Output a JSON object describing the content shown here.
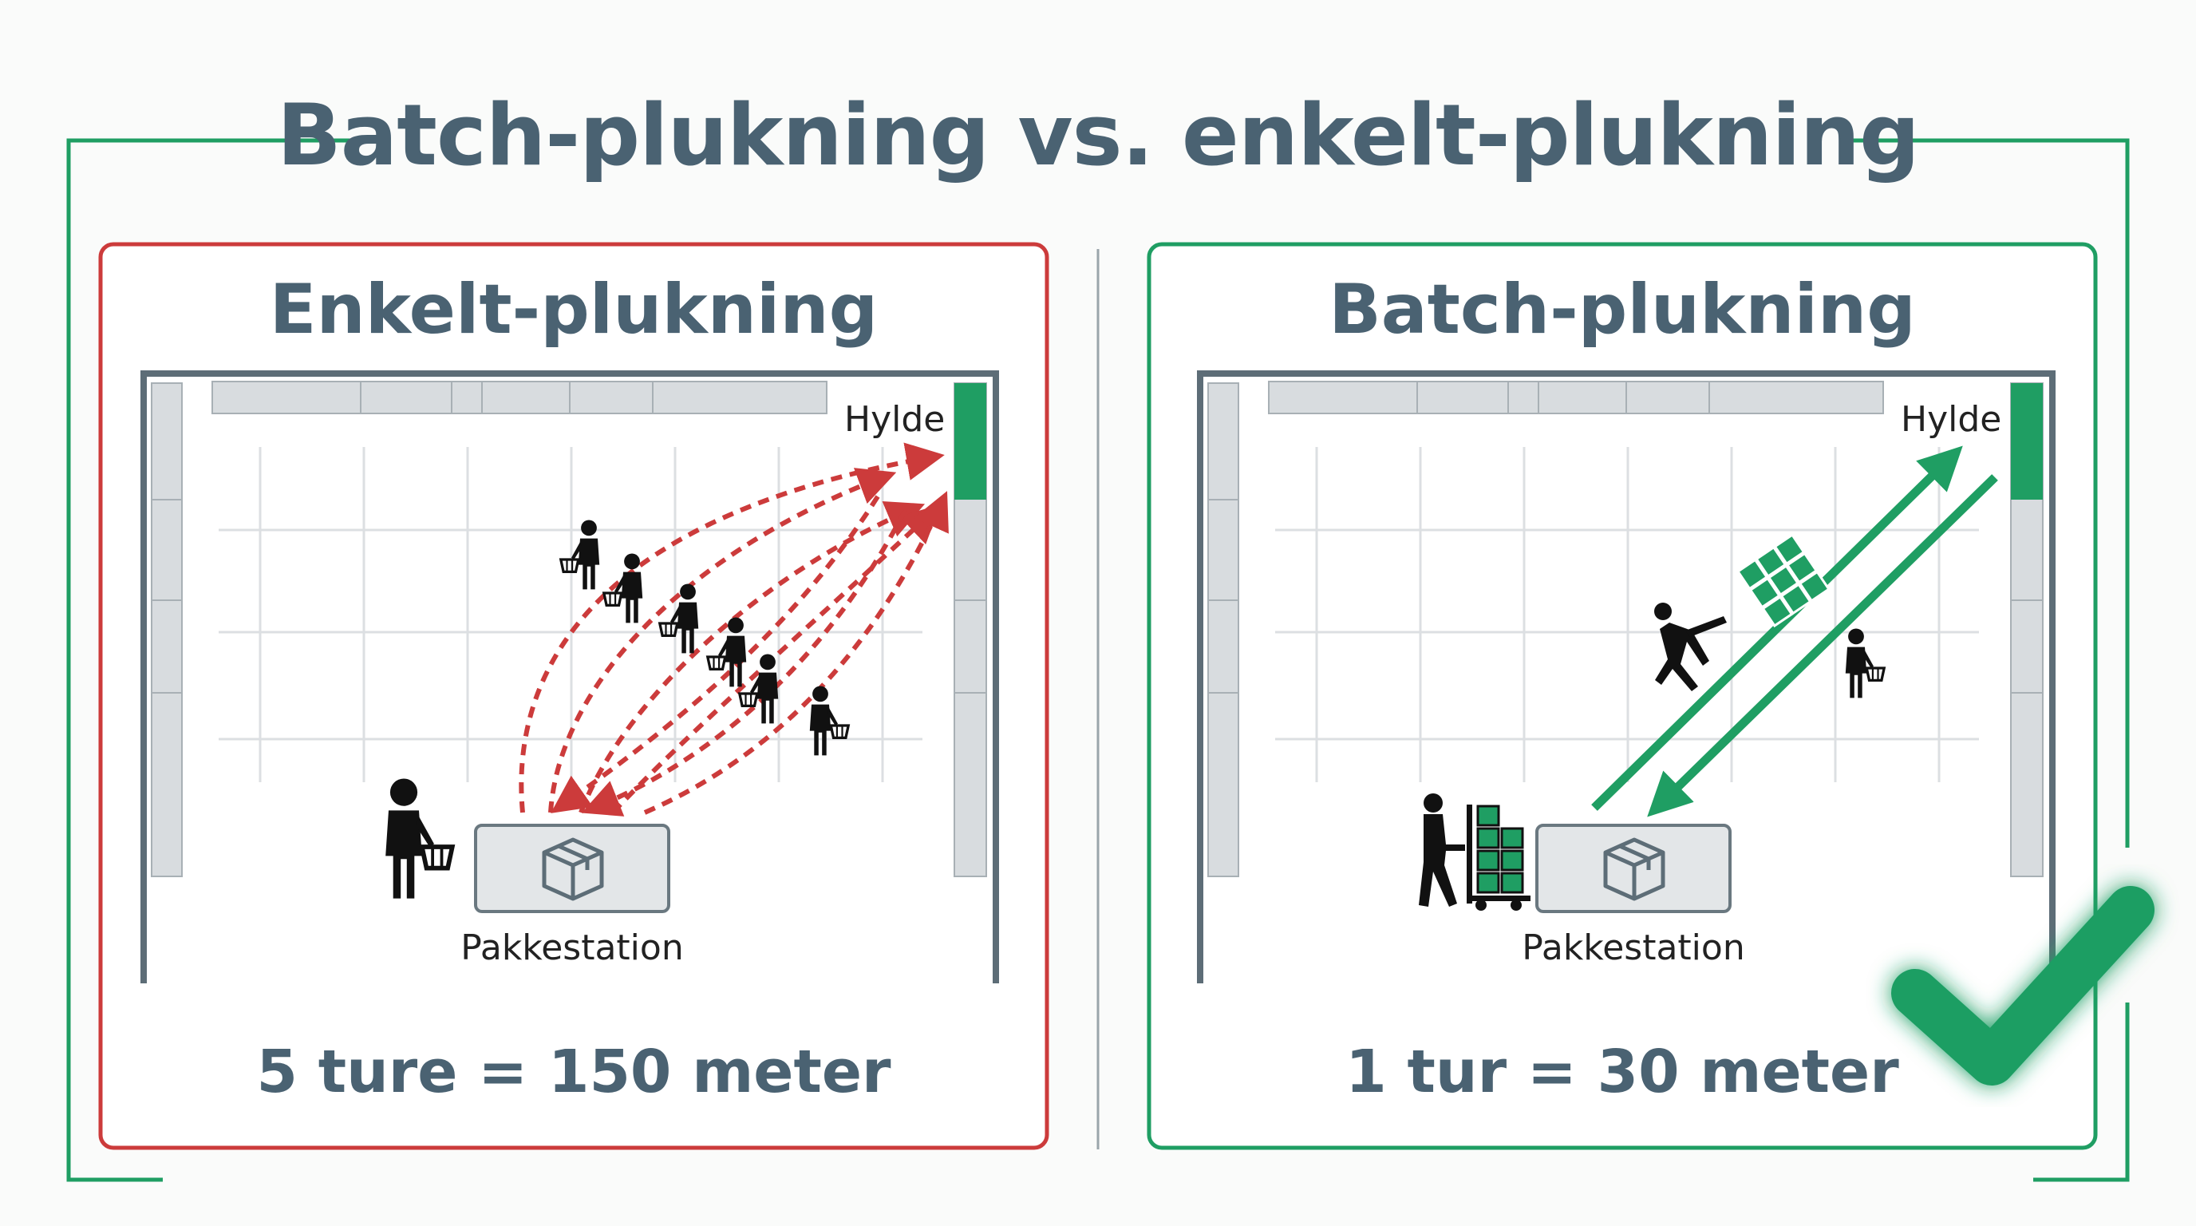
{
  "title": "Batch-plukning vs. enkelt-plukning",
  "colors": {
    "title": "#4a6272",
    "bad": "#cc3b3b",
    "good": "#1f9e63",
    "frame": "#5d6d77"
  },
  "left": {
    "title": "Enkelt-plukning",
    "shelf_label": "Hylde",
    "station_label": "Pakkestation",
    "result": "5 ture = 150 meter"
  },
  "right": {
    "title": "Batch-plukning",
    "shelf_label": "Hylde",
    "station_label": "Pakkestation",
    "result": "1 tur = 30 meter"
  },
  "icons": [
    "person-with-basket-icon",
    "package-box-icon",
    "person-pushing-cart-icon",
    "check-mark-icon"
  ]
}
